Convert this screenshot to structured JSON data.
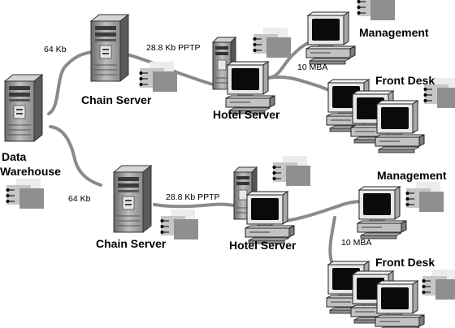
{
  "labels": {
    "management_top": "Management",
    "front_desk_top": "Front Desk",
    "link_10mba_top": "10 MBA",
    "hotel_server_top": "Hotel Server",
    "pptp_top": "28.8 Kb PPTP",
    "link_64kb_top": "64 Kb",
    "chain_server_top": "Chain Server",
    "data_warehouse_line1": "Data",
    "data_warehouse_line2": "Warehouse",
    "link_64kb_bottom": "64 Kb",
    "chain_server_bottom": "Chain Server",
    "pptp_bottom": "28.8 Kb PPTP",
    "hotel_server_bottom": "Hotel Server",
    "management_bottom": "Management",
    "link_10mba_bottom": "10 MBA",
    "front_desk_bottom": "Front Desk"
  }
}
